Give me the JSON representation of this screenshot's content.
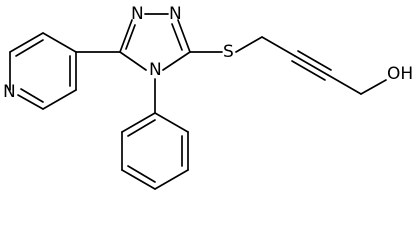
{
  "molecule": {
    "atoms": [
      {
        "element": "N",
        "label": "N"
      },
      {
        "element": "N",
        "label": "N"
      },
      {
        "element": "N",
        "label": "N"
      },
      {
        "element": "N",
        "label": "N"
      },
      {
        "element": "S",
        "label": "S"
      },
      {
        "element": "O",
        "label": "OH"
      }
    ],
    "colors": {
      "bond": "#000000",
      "label": "#000000",
      "background": "#ffffff"
    }
  }
}
